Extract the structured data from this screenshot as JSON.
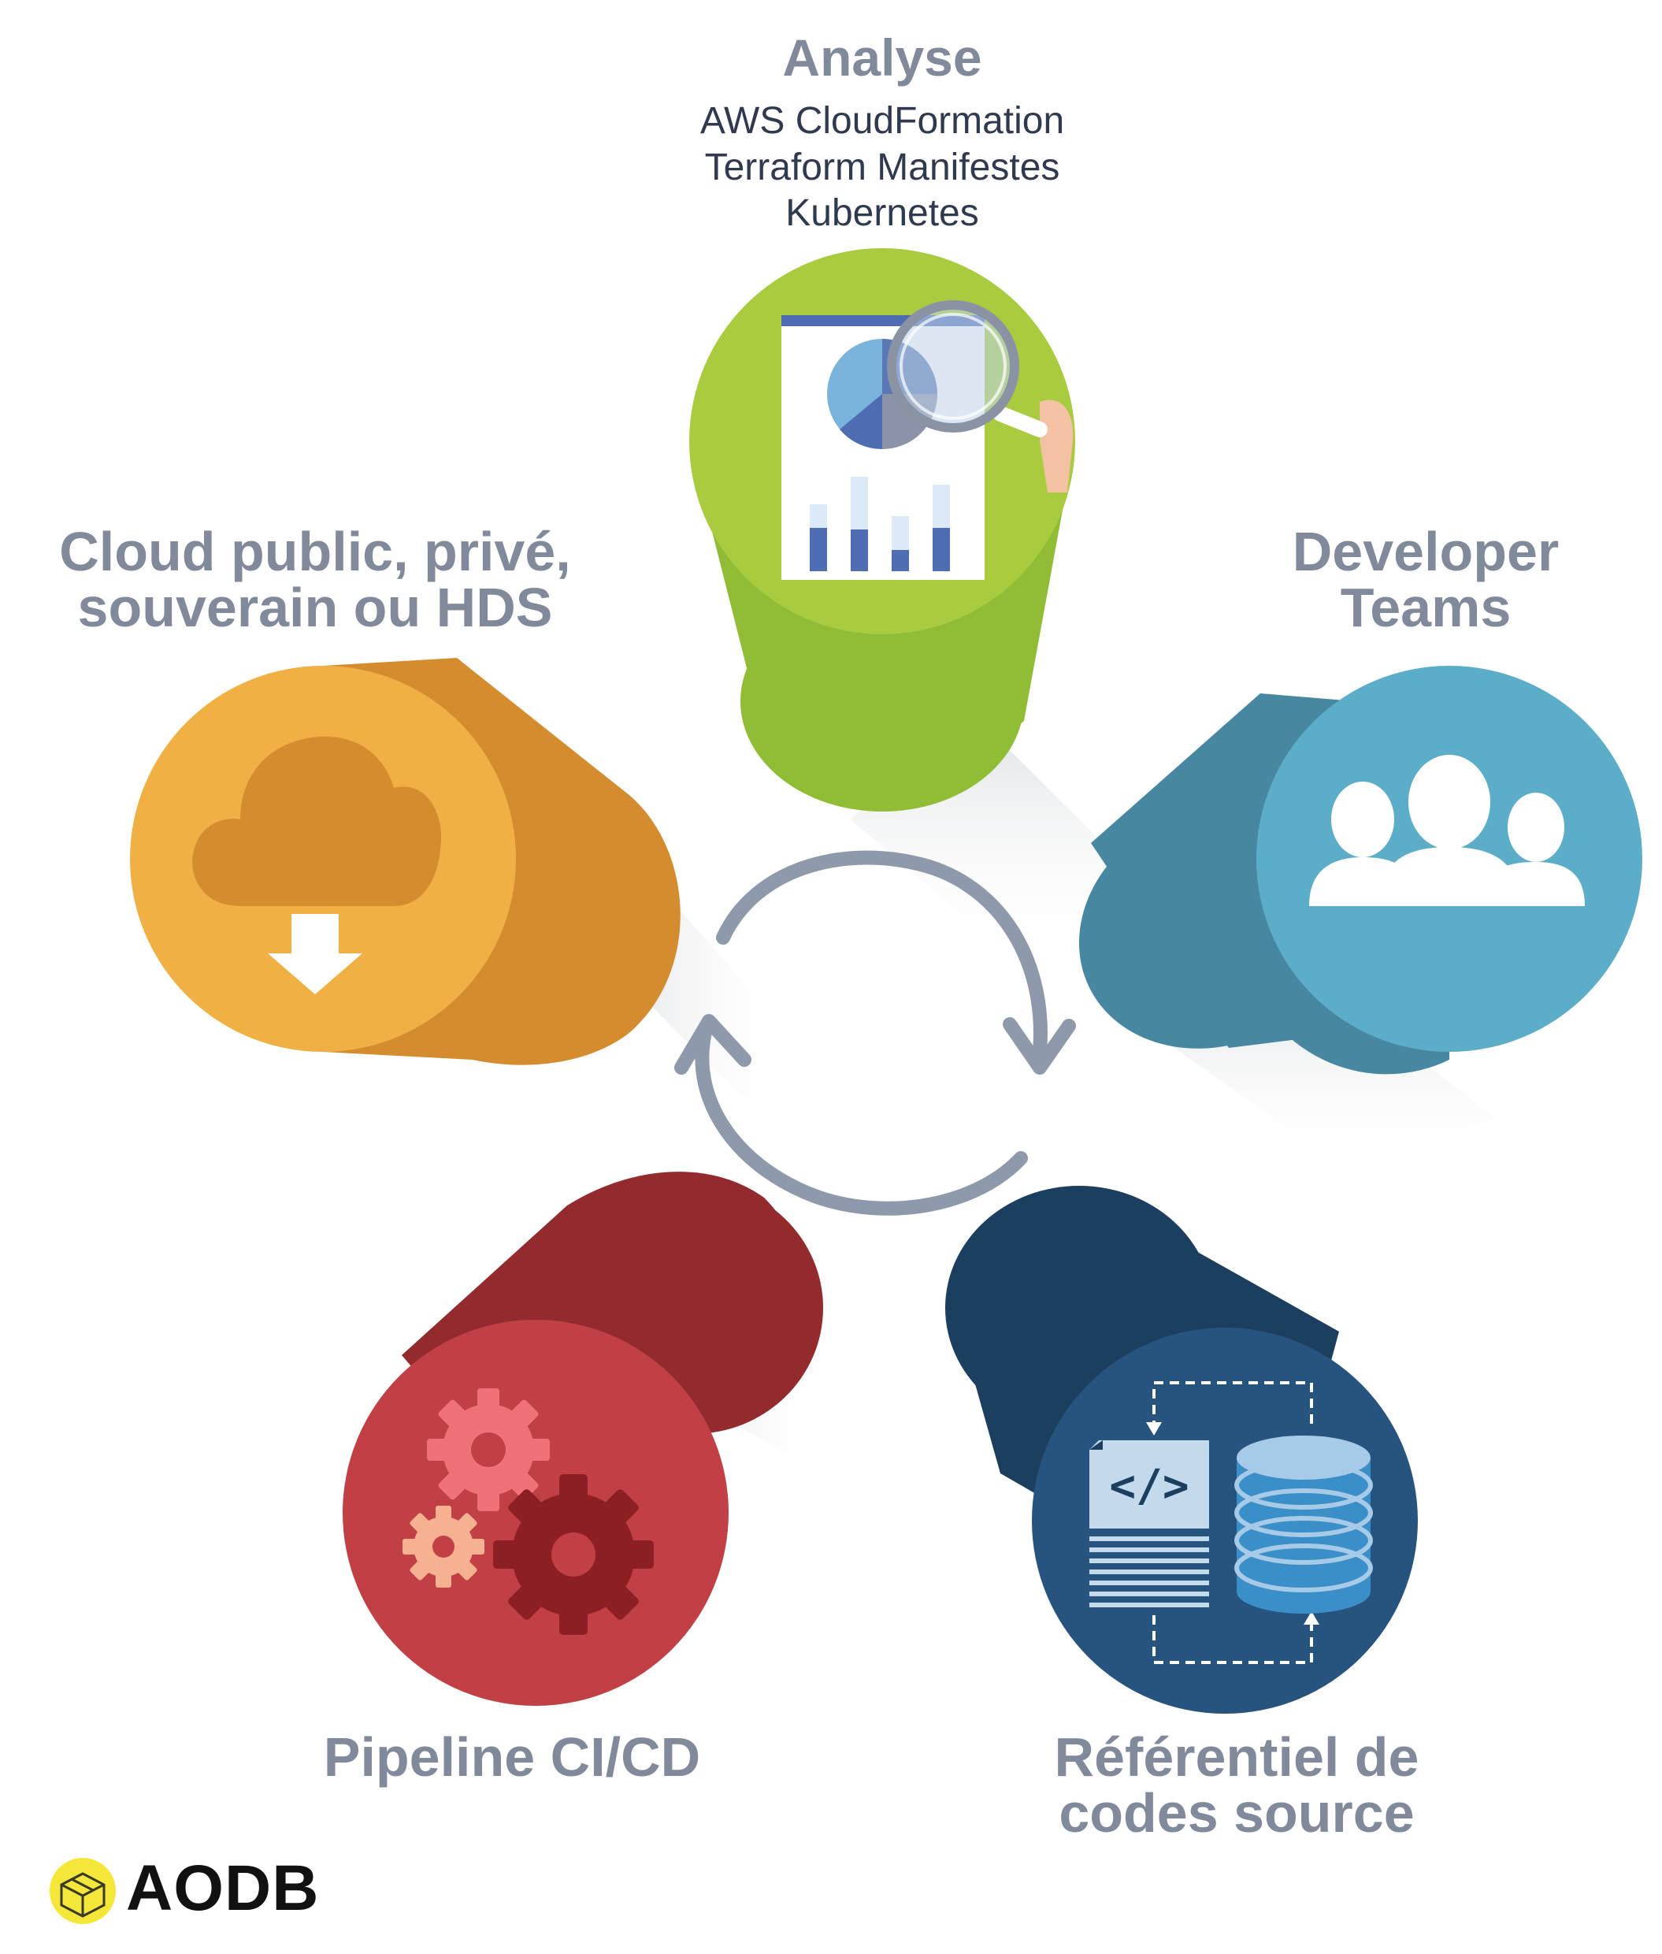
{
  "nodes": {
    "analyse": {
      "title": "Analyse",
      "items": [
        "AWS CloudFormation",
        "Terraform Manifestes",
        "Kubernetes"
      ],
      "color": "#9cc43a"
    },
    "developer_teams": {
      "lines": [
        "Developer",
        "Teams"
      ],
      "color": "#5aaec8"
    },
    "referentiel": {
      "lines": [
        "Référentiel de",
        "codes source"
      ],
      "color": "#2b5883"
    },
    "pipeline": {
      "lines": [
        "Pipeline CI/CD"
      ],
      "color": "#c0444a"
    },
    "cloud": {
      "lines": [
        "Cloud public, privé,",
        "souverain ou HDS"
      ],
      "color": "#f0b045"
    }
  },
  "code_symbol": "</>",
  "logo": {
    "text": "AODB",
    "badge_color": "#f5e63a"
  },
  "label_color": "#818a9b",
  "cycle_arrow_color": "#8e99ab"
}
